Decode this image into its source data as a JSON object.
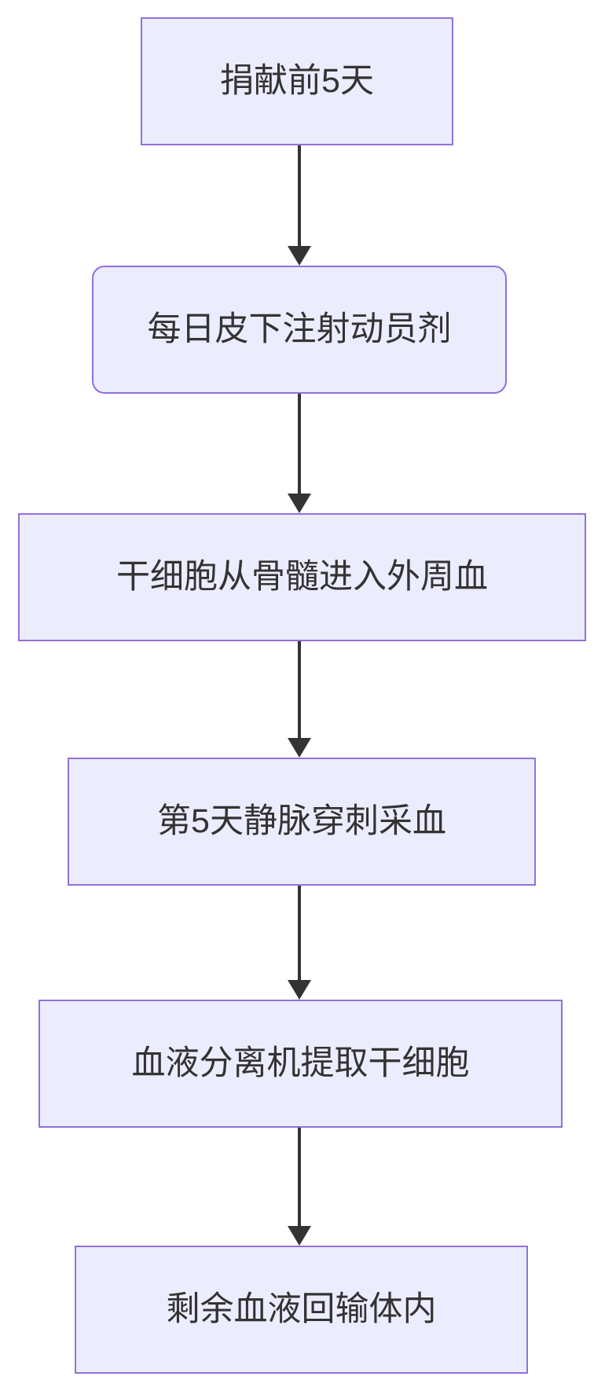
{
  "diagram": {
    "type": "flowchart",
    "direction": "top-down",
    "colors": {
      "node_fill": "#ECECFF",
      "node_border": "#9370DB",
      "text": "#333333",
      "arrow": "#333333",
      "background": "#FFFFFF"
    },
    "nodes": [
      {
        "id": "step-1",
        "label": "捐献前5天",
        "shape": "rect"
      },
      {
        "id": "step-2",
        "label": "每日皮下注射动员剂",
        "shape": "rounded"
      },
      {
        "id": "step-3",
        "label": "干细胞从骨髓进入外周血",
        "shape": "rect"
      },
      {
        "id": "step-4",
        "label": "第5天静脉穿刺采血",
        "shape": "rect"
      },
      {
        "id": "step-5",
        "label": "血液分离机提取干细胞",
        "shape": "rect"
      },
      {
        "id": "step-6",
        "label": "剩余血液回输体内",
        "shape": "rect"
      }
    ],
    "edges": [
      {
        "from": "step-1",
        "to": "step-2",
        "label": ""
      },
      {
        "from": "step-2",
        "to": "step-3",
        "label": ""
      },
      {
        "from": "step-3",
        "to": "step-4",
        "label": ""
      },
      {
        "from": "step-4",
        "to": "step-5",
        "label": ""
      },
      {
        "from": "step-5",
        "to": "step-6",
        "label": ""
      }
    ]
  }
}
